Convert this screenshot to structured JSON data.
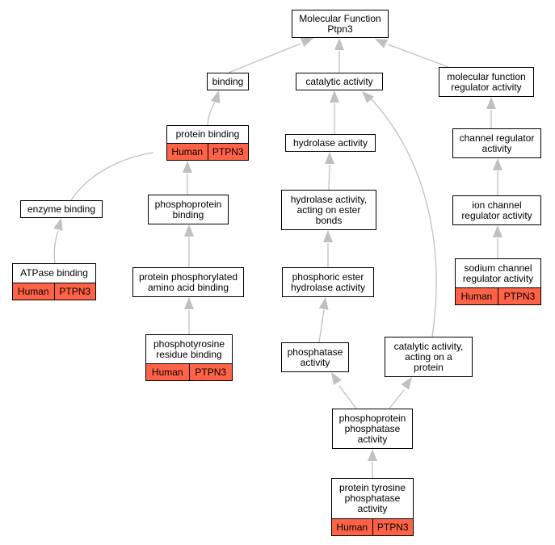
{
  "diagram": {
    "nodes": {
      "mf_root": {
        "lines": [
          "Molecular Function",
          "Ptpn3"
        ]
      },
      "binding": {
        "lines": [
          "binding"
        ]
      },
      "catalytic": {
        "lines": [
          "catalytic activity"
        ]
      },
      "mf_regulator": {
        "lines": [
          "molecular function",
          "regulator activity"
        ]
      },
      "protein_binding": {
        "lines": [
          "protein binding"
        ],
        "annotation": [
          "Human",
          "PTPN3"
        ]
      },
      "hydrolase": {
        "lines": [
          "hydrolase activity"
        ]
      },
      "channel_regulator": {
        "lines": [
          "channel regulator",
          "activity"
        ]
      },
      "enzyme_binding": {
        "lines": [
          "enzyme binding"
        ]
      },
      "phosphoprotein_binding": {
        "lines": [
          "phosphoprotein",
          "binding"
        ]
      },
      "hydrolase_ester": {
        "lines": [
          "hydrolase activity,",
          "acting on ester",
          "bonds"
        ]
      },
      "ion_channel_regulator": {
        "lines": [
          "ion channel",
          "regulator activity"
        ]
      },
      "atpase_binding": {
        "lines": [
          "ATPase binding"
        ],
        "annotation": [
          "Human",
          "PTPN3"
        ]
      },
      "protein_phos_aa_binding": {
        "lines": [
          "protein phosphorylated",
          "amino acid binding"
        ]
      },
      "phosphoric_ester": {
        "lines": [
          "phosphoric ester",
          "hydrolase activity"
        ]
      },
      "sodium_channel_regulator": {
        "lines": [
          "sodium channel",
          "regulator activity"
        ],
        "annotation": [
          "Human",
          "PTPN3"
        ]
      },
      "phosphotyrosine_binding": {
        "lines": [
          "phosphotyrosine",
          "residue binding"
        ],
        "annotation": [
          "Human",
          "PTPN3"
        ]
      },
      "phosphatase": {
        "lines": [
          "phosphatase",
          "activity"
        ]
      },
      "catalytic_on_protein": {
        "lines": [
          "catalytic activity,",
          "acting on a",
          "protein"
        ]
      },
      "phosphoprotein_phosphatase": {
        "lines": [
          "phosphoprotein",
          "phosphatase",
          "activity"
        ]
      },
      "ptp": {
        "lines": [
          "protein tyrosine",
          "phosphatase",
          "activity"
        ],
        "annotation": [
          "Human",
          "PTPN3"
        ]
      }
    },
    "colors": {
      "edge": "#c0c0c0",
      "annotation_fill": "#ff6347",
      "node_border": "#000000"
    }
  }
}
